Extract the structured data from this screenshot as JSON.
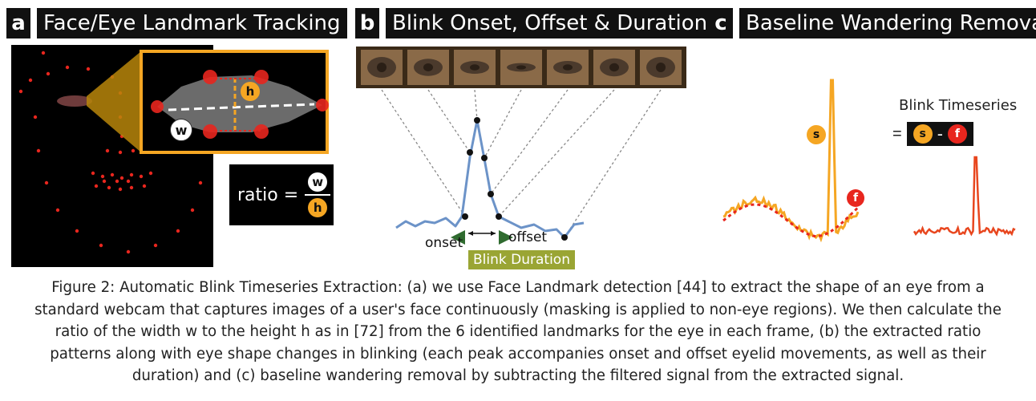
{
  "panels": [
    {
      "letter": "a",
      "title": "Face/Eye Landmark Tracking"
    },
    {
      "letter": "b",
      "title": "Blink Onset, Offset & Duration"
    },
    {
      "letter": "c",
      "title": "Baseline Wandering Removal"
    }
  ],
  "panel_a": {
    "w_label": "w",
    "h_label": "h",
    "ratio_label": "ratio =",
    "ratio_num": "w",
    "ratio_den": "h"
  },
  "panel_b": {
    "onset_label": "onset",
    "offset_label": "offset",
    "duration_label": "Blink Duration"
  },
  "panel_c": {
    "s_label": "s",
    "f_label": "f",
    "timeseries_label": "Blink Timeseries",
    "equals": "=",
    "eq_s": "s",
    "eq_minus": "-",
    "eq_f": "f"
  },
  "colors": {
    "accent_orange": "#f5a623",
    "red": "#e8261e",
    "signal_blue": "#6c93c8",
    "duration_green": "#9aa534"
  },
  "caption": "Figure 2: Automatic Blink Timeseries Extraction: (a) we use Face Landmark detection [44] to extract the shape of an eye from a standard webcam that captures images of a user's face continuously (masking is applied to non-eye regions). We then calculate the ratio of the width w to the height h as in [72] from the 6 identified landmarks for the eye in each frame, (b) the extracted ratio patterns along with eye shape changes in blinking (each peak accompanies onset and offset eyelid movements, as well as their duration) and (c) baseline wandering removal by subtracting the filtered signal from the extracted signal."
}
